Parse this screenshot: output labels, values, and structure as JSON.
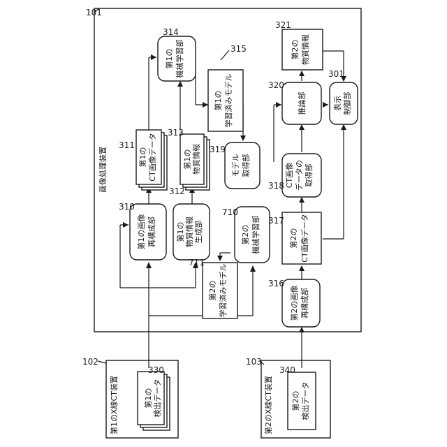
{
  "devices": {
    "image_processing": {
      "ref": "101",
      "title": "画像処理装置"
    },
    "ct1": {
      "ref": "102",
      "title": "第1のX線CT装置"
    },
    "ct2": {
      "ref": "103",
      "title": "第2のX線CT装置"
    }
  },
  "blocks": {
    "b330": {
      "ref": "330",
      "lines": [
        "第1の",
        "検出データ"
      ]
    },
    "b340": {
      "ref": "340",
      "lines": [
        "第2の",
        "検出データ"
      ]
    },
    "b310": {
      "ref": "310",
      "lines": [
        "第1の画像",
        "再構成部"
      ]
    },
    "b312": {
      "ref": "312",
      "lines": [
        "第1の",
        "物質情報",
        "生成部"
      ]
    },
    "b311": {
      "ref": "311",
      "lines": [
        "第1の",
        "CT画像データ"
      ]
    },
    "b313": {
      "ref": "313",
      "lines": [
        "第1の",
        "物質情報"
      ]
    },
    "b314": {
      "ref": "314",
      "lines": [
        "第1の",
        "機械学習部"
      ]
    },
    "b315": {
      "ref": "315",
      "lines": [
        "第1の",
        "学習済みモデル"
      ]
    },
    "b319": {
      "ref": "319",
      "lines": [
        "モデル",
        "取得部"
      ]
    },
    "b711": {
      "ref": "711",
      "lines": [
        "第2の",
        "学習済みモデル"
      ]
    },
    "b710": {
      "ref": "710",
      "lines": [
        "第2の",
        "機械学習部"
      ]
    },
    "b316": {
      "ref": "316",
      "lines": [
        "第2の画像",
        "再構成部"
      ]
    },
    "b317": {
      "ref": "317",
      "lines": [
        "第2の",
        "CT画像データ"
      ]
    },
    "b318": {
      "ref": "318",
      "lines": [
        "CT画像",
        "データの",
        "取得部"
      ]
    },
    "b320": {
      "ref": "320",
      "lines": [
        "推論部"
      ]
    },
    "b321": {
      "ref": "321",
      "lines": [
        "第2の",
        "物質情報"
      ]
    },
    "b301": {
      "ref": "301",
      "lines": [
        "表示",
        "制御部"
      ]
    }
  }
}
